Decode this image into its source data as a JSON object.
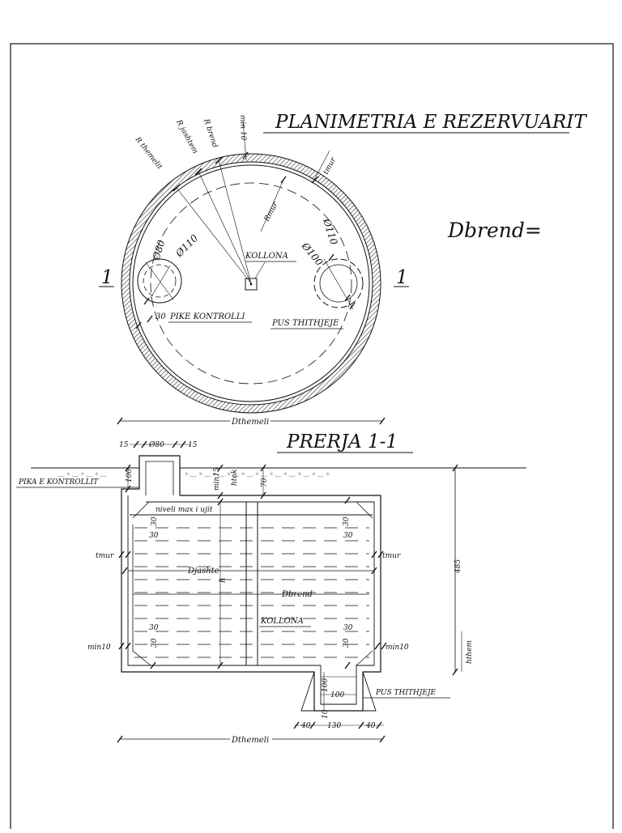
{
  "plan": {
    "title": "PLANIMETRIA E REZERVUARIT",
    "dbrend": "Dbrend=",
    "section_mark_left": "1",
    "section_mark_right": "1",
    "label_kollona": "KOLLONA",
    "label_pike_kontrolli": "PIKE KONTROLLI",
    "label_pus_thithjeje": "PUS THITHJEJE",
    "radial_r_themelit": "R themelit",
    "radial_r_jashtem": "R jashtem",
    "radial_r_brend": "R brend",
    "radial_min10": "min 10",
    "label_tmur": "tmur",
    "label_rmur": "Rmur",
    "dim_d80": "Ø80",
    "dim_d110_left": "Ø110",
    "dim_d100": "Ø100",
    "dim_d110_right": "Ø110",
    "dim_30": "30",
    "dim_dthemeli": "Dthemeli"
  },
  "section": {
    "title": "PRERJA 1-1",
    "label_pika_kontrollit": "PIKA E KONTROLLIT",
    "dim_15_left": "15",
    "dim_d80": "Ø80",
    "dim_15_right": "15",
    "dim_100_top": "100",
    "dim_min15": "min15",
    "dim_htok": "htok",
    "dim_70": "70",
    "label_niveli": "niveli max i ujit",
    "dim_30_a": "30",
    "dim_30_b": "30",
    "dim_30_c": "30",
    "dim_30_d": "30",
    "dim_30_e": "30",
    "dim_30_f": "30",
    "dim_30_g": "30",
    "dim_30_h": "30",
    "label_tmur_left": "tmur",
    "label_tmur_right": "tmur",
    "label_djashte": "Djashte",
    "label_h": "h",
    "label_dbrend": "Dbrend",
    "label_kollona": "KOLLONA",
    "label_min10_left": "min10",
    "label_min10_right": "min10",
    "dim_485": "485",
    "dim_hthem": "hthem",
    "dim_100_sump_v": "100",
    "dim_100_sump_h": "100",
    "dim_10_sump": "10",
    "label_pus_thithjeje": "PUS THITHJEJE",
    "dim_40_left": "40",
    "dim_130": "130",
    "dim_40_right": "40",
    "dim_dthemeli": "Dthemeli"
  }
}
